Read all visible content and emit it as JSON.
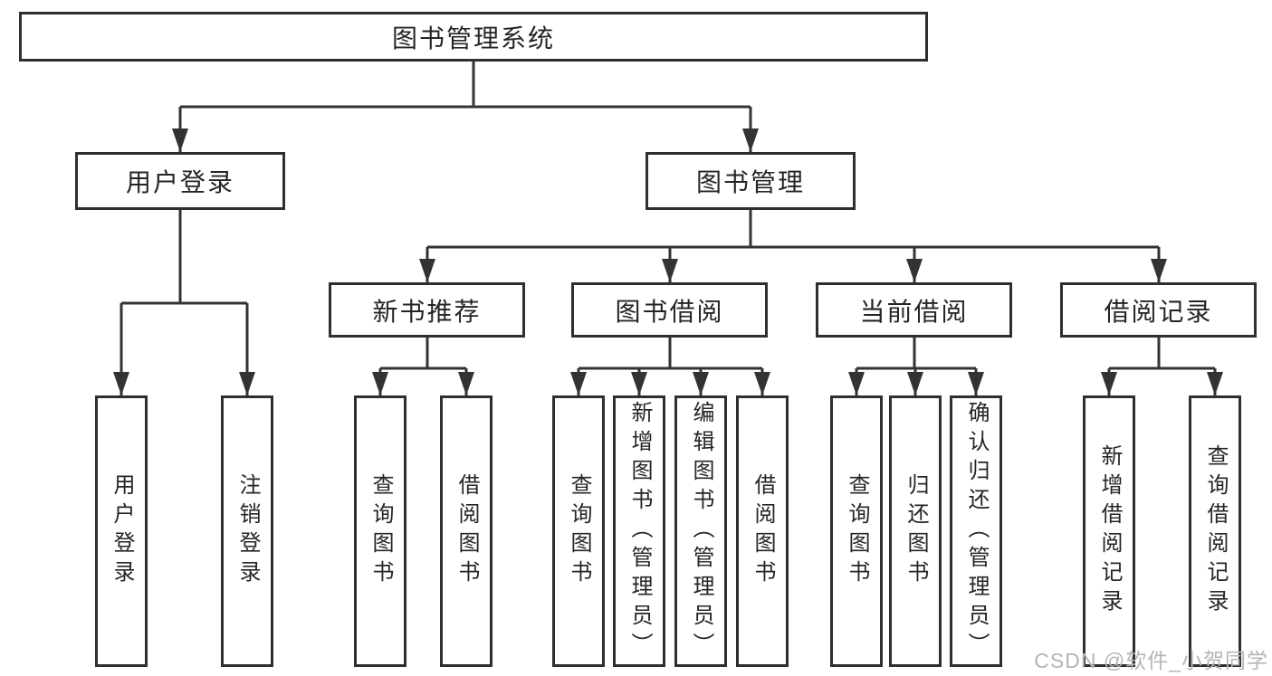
{
  "diagram_type": "hierarchy-tree",
  "tree": {
    "root": "图书管理系统",
    "branches": [
      {
        "label": "用户登录",
        "children": [
          "用户登录",
          "注销登录"
        ]
      },
      {
        "label": "图书管理",
        "groups": [
          {
            "label": "新书推荐",
            "children": [
              "查询图书",
              "借阅图书"
            ]
          },
          {
            "label": "图书借阅",
            "children": [
              "查询图书",
              "新增图书（管理员）",
              "编辑图书（管理员）",
              "借阅图书"
            ]
          },
          {
            "label": "当前借阅",
            "children": [
              "查询图书",
              "归还图书",
              "确认归还（管理员）"
            ]
          },
          {
            "label": "借阅记录",
            "children": [
              "新增借阅记录",
              "查询借阅记录"
            ]
          }
        ]
      }
    ]
  },
  "watermark": "CSDN @软件_小贺同学",
  "colors": {
    "line": "#333333",
    "box_border": "#2f2f2f",
    "text": "#252525",
    "watermark": "#b5b5b5",
    "background": "#ffffff"
  }
}
